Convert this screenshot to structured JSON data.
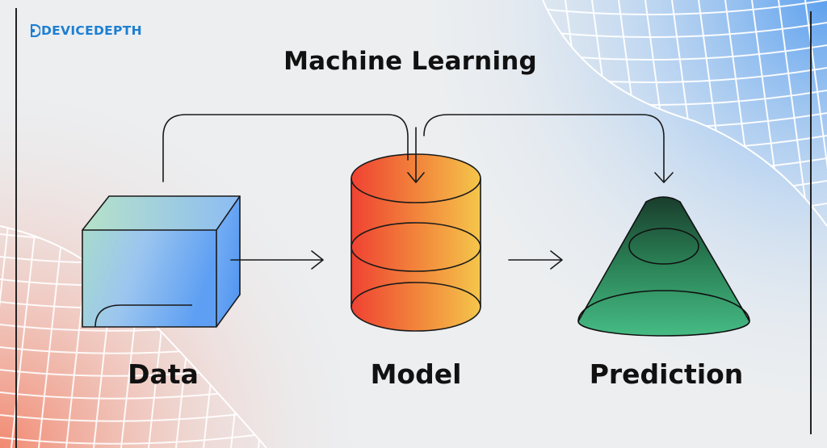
{
  "logo": {
    "text": "DEVICEDEPTH",
    "color": "#1e7fd1"
  },
  "title": "Machine Learning",
  "stages": [
    {
      "label": "Data",
      "icon": "cube-icon"
    },
    {
      "label": "Model",
      "icon": "cylinder-icon"
    },
    {
      "label": "Prediction",
      "icon": "cone-icon"
    }
  ],
  "colors": {
    "background": "#eceef0",
    "data_gradient": [
      "#9fd6c8",
      "#6aa8f2"
    ],
    "model_gradient": [
      "#f0473a",
      "#f4c04a"
    ],
    "prediction_gradient": [
      "#1e4a35",
      "#3bb27a"
    ],
    "corner_blue": "#4d98ee",
    "corner_red": "#f2846a"
  }
}
